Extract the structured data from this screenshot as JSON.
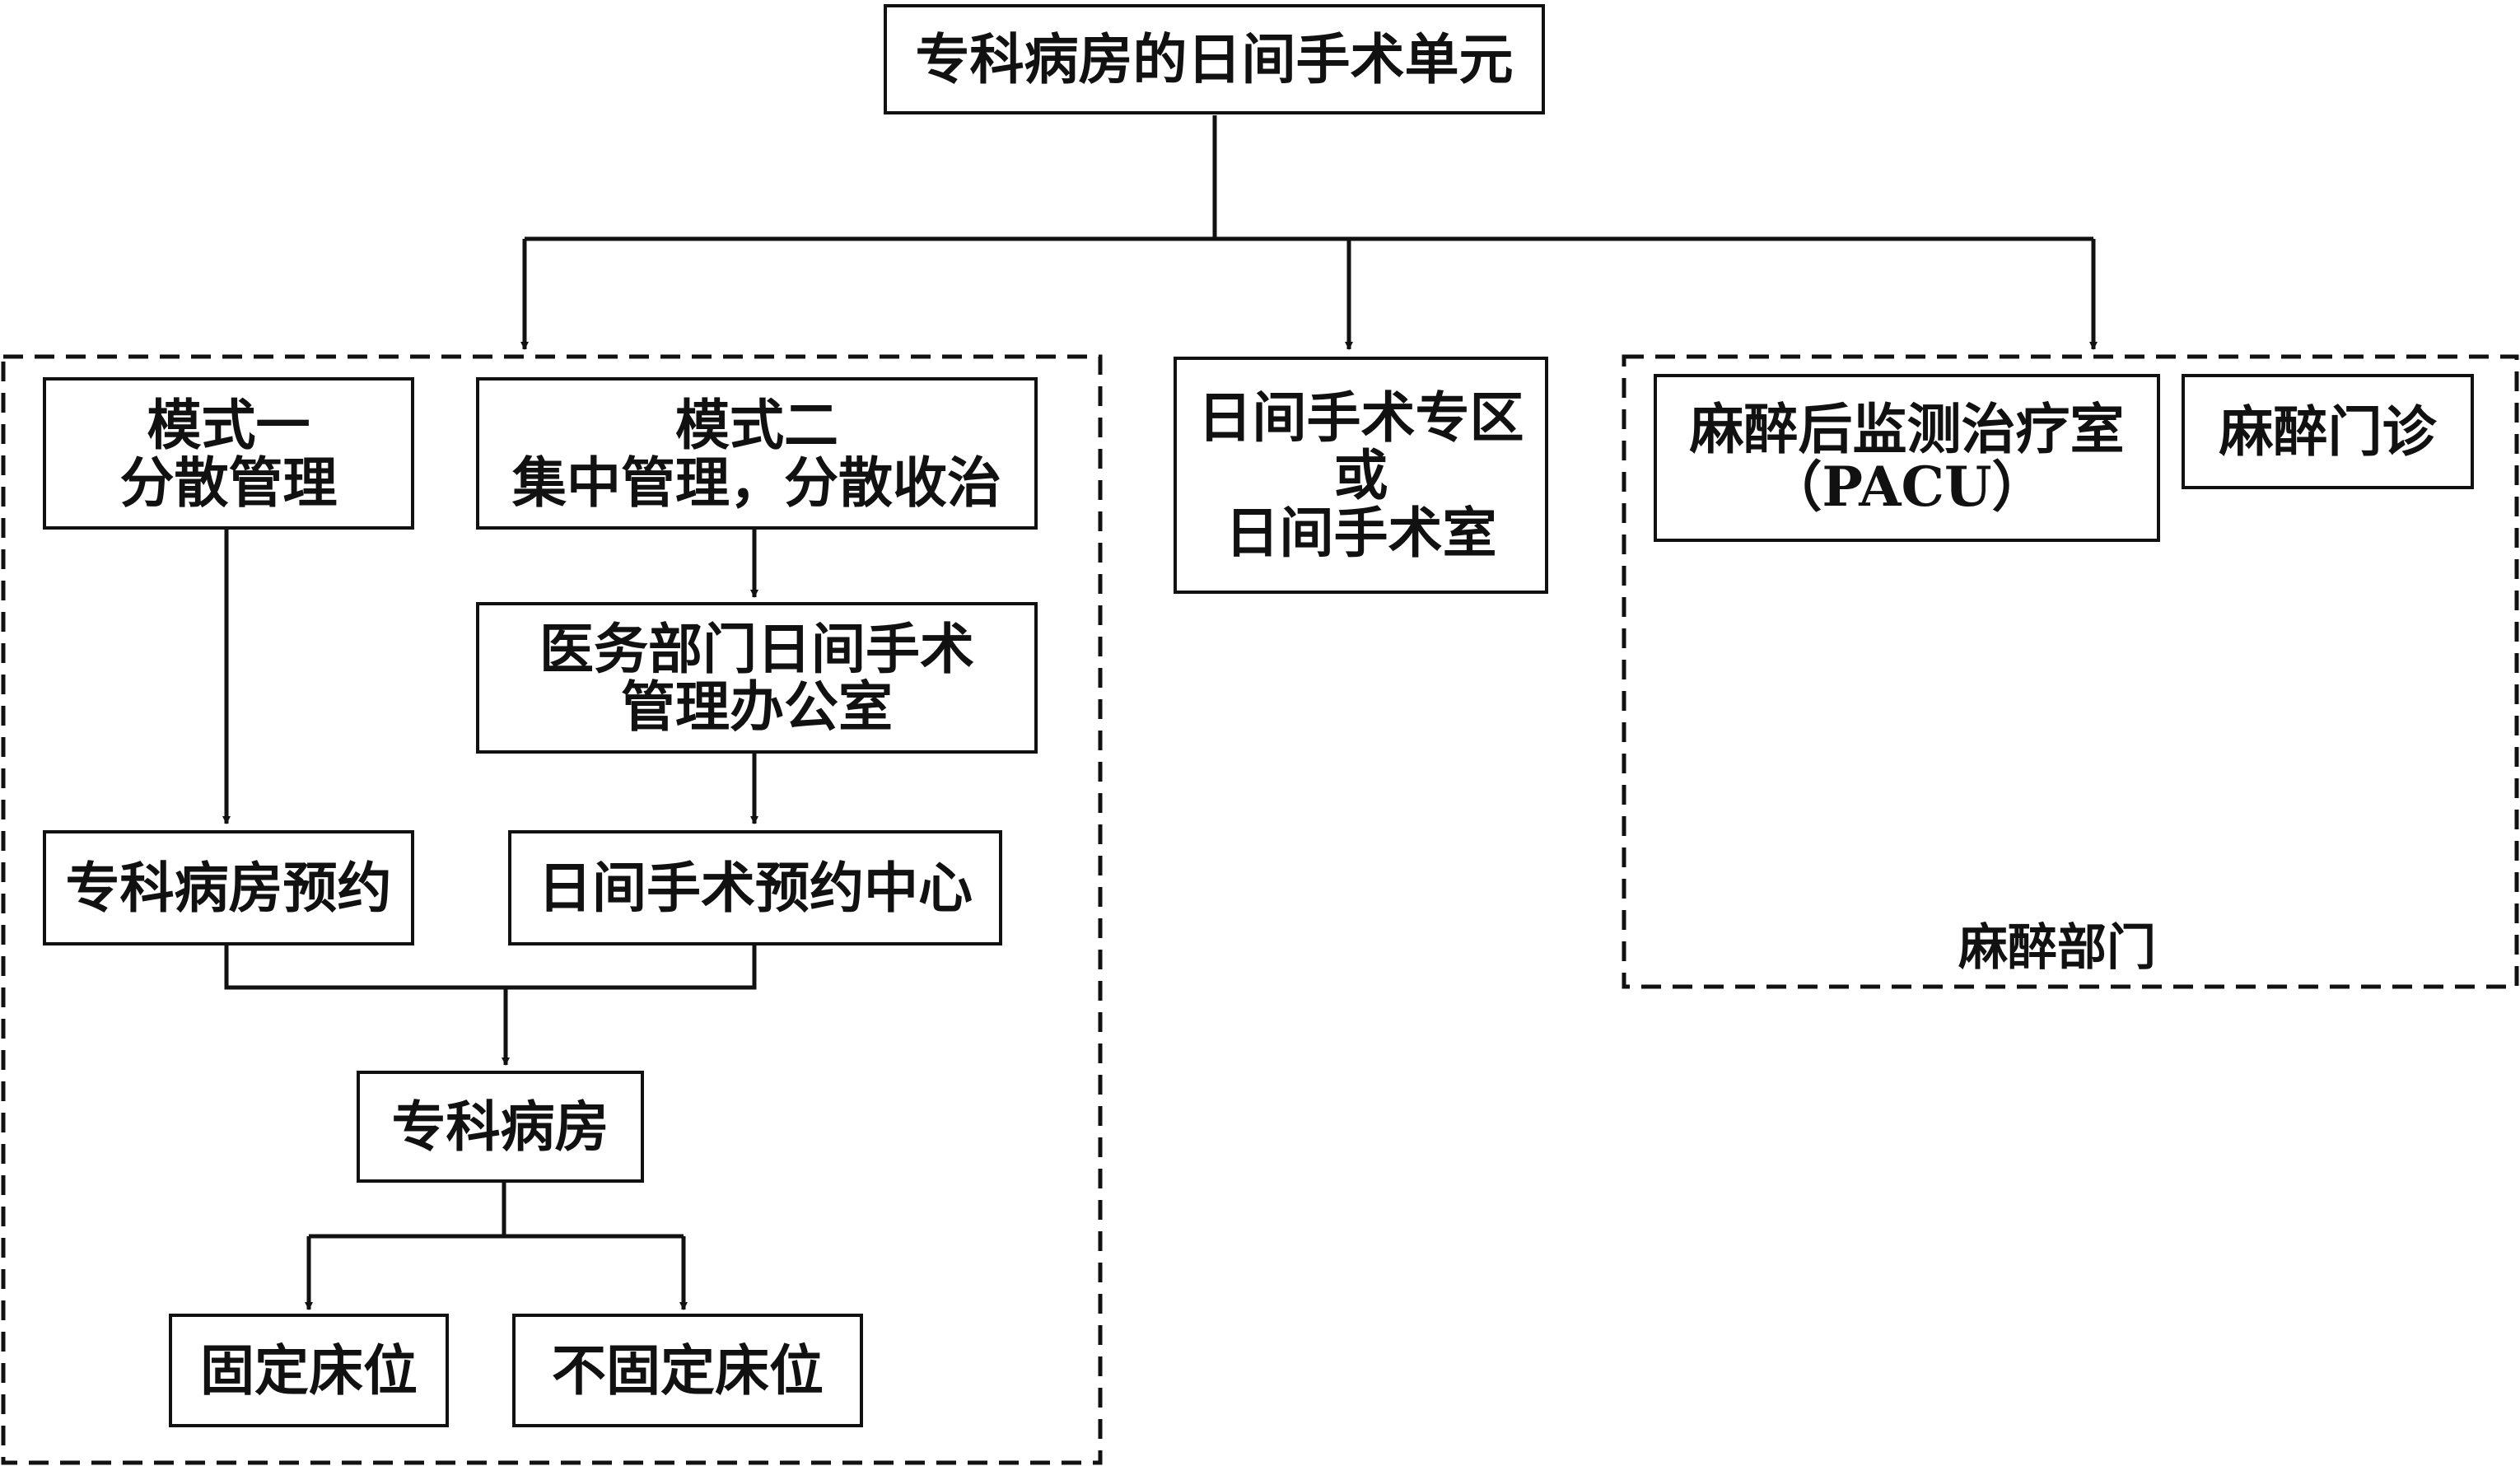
{
  "root": {
    "label": "专科病房的日间手术单元"
  },
  "mode1": {
    "line1": "模式一",
    "line2": "分散管理"
  },
  "mode2": {
    "line1": "模式二",
    "line2": "集中管理，分散收治"
  },
  "office": {
    "line1": "医务部门日间手术",
    "line2": "管理办公室"
  },
  "ward_booking": {
    "label": "专科病房预约"
  },
  "center_booking": {
    "label": "日间手术预约中心"
  },
  "ward": {
    "label": "专科病房"
  },
  "fixed_bed": {
    "label": "固定床位"
  },
  "flex_bed": {
    "label": "不固定床位"
  },
  "zone": {
    "line1": "日间手术专区",
    "line2": "或",
    "line3": "日间手术室"
  },
  "pacu": {
    "line1": "麻醉后监测治疗室",
    "line2": "（PACU）"
  },
  "clinic": {
    "label": "麻醉门诊"
  },
  "anesthesia_group": {
    "label": "麻醉部门"
  }
}
